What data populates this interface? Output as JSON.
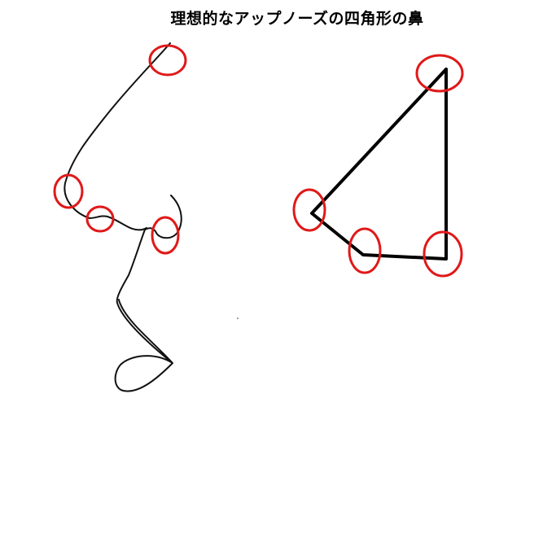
{
  "title": "理想的なアップノーズの四角形の鼻",
  "colors": {
    "background": "#ffffff",
    "line": "#000000",
    "marker": "#e01919"
  },
  "left_figure": {
    "kind": "hand-drawn nose profile line",
    "marked_points": 4
  },
  "right_figure": {
    "kind": "quadrilateral nose outline",
    "marked_points": 4
  }
}
